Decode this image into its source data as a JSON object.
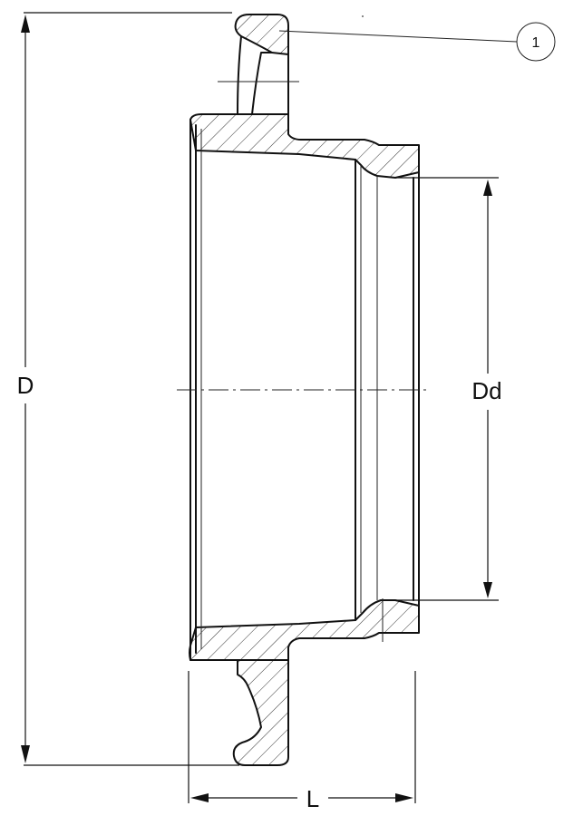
{
  "labels": {
    "outer_diameter": "D",
    "socket_diameter": "Dd",
    "length": "L",
    "callout_1": "1"
  }
}
